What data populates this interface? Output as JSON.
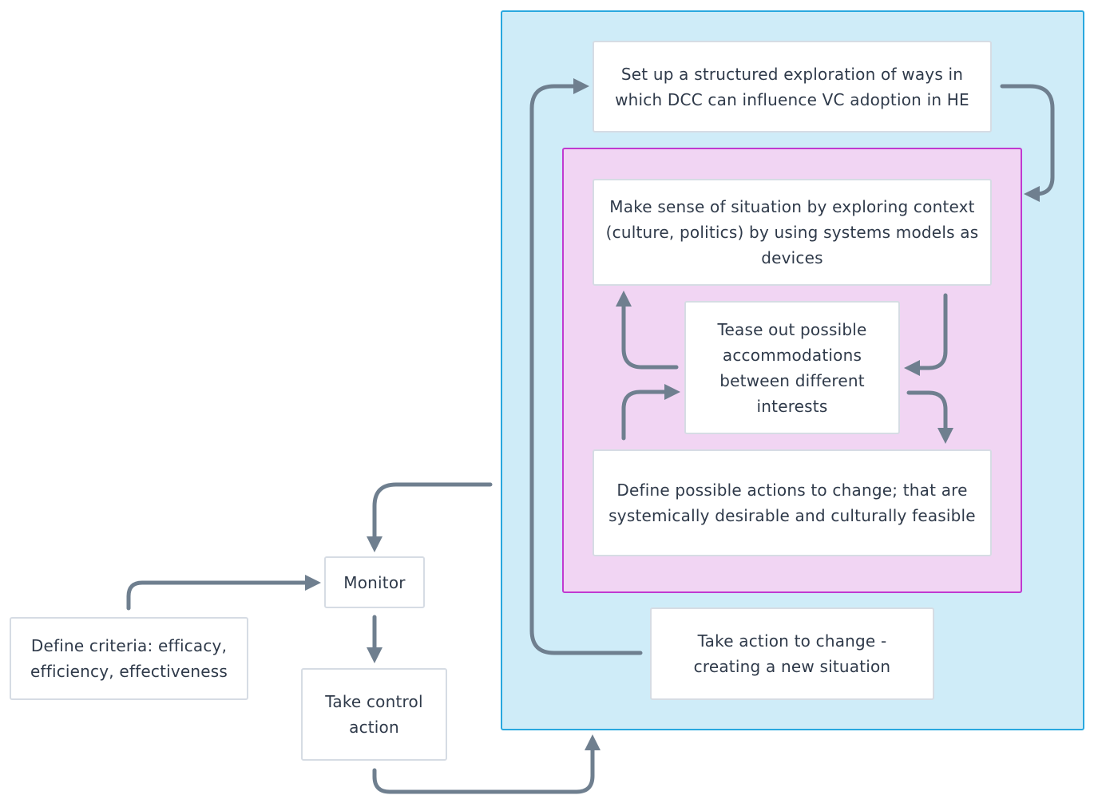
{
  "diagram": {
    "boxes": {
      "setup": "Set up a structured exploration of ways in which DCC can influence VC adoption in HE",
      "sense": "Make sense of situation by exploring context (culture, politics) by using systems models as devices",
      "tease": "Tease out possible accommodations between different interests",
      "define_actions": "Define possible actions to change; that are systemically desirable and culturally feasible",
      "take_action": "Take action to change - creating a new situation",
      "monitor": "Monitor",
      "criteria": "Define criteria: efficacy, efficiency, effectiveness",
      "control": "Take control action"
    },
    "colors": {
      "outer_fill": "#cfecf8",
      "outer_border": "#29a8df",
      "inner_fill": "#f1d5f3",
      "inner_border": "#c03ad0",
      "arrow": "#6f7f8f",
      "text": "#2f3a4a"
    }
  }
}
